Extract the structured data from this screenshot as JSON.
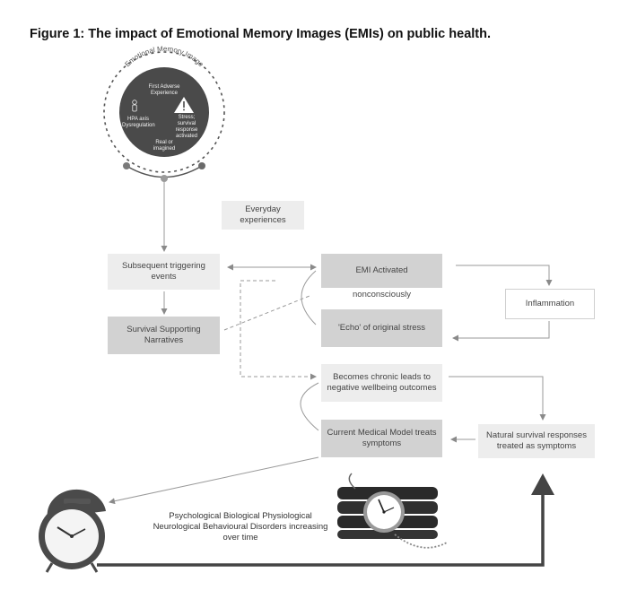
{
  "title": "Figure 1: The impact of Emotional Memory Images (EMIs) on public health.",
  "emi_circle": {
    "arc_label": "Emotional Memory Image",
    "first_adverse": "First Adverse Experience",
    "hpa": "HPA axis Dysregulation",
    "stress": "Stress; survival response activated",
    "real": "Real or imagined"
  },
  "boxes": {
    "everyday": "Everyday experiences",
    "subsequent": "Subsequent triggering events",
    "narratives": "Survival Supporting Narratives",
    "emi_activated": "EMI Activated",
    "nonconsciously": "nonconsciously",
    "echo": "'Echo' of original stress",
    "inflammation": "Inflammation",
    "chronic": "Becomes chronic leads to negative wellbeing outcomes",
    "medical": "Current Medical Model treats symptoms",
    "natural": "Natural survival responses treated as symptoms"
  },
  "bottom_text": "Psychological Biological Physiological Neurological Behavioural Disorders increasing over time",
  "colors": {
    "dark_circle": "#4a4a4a",
    "box_light": "#ededed",
    "box_dark": "#d2d2d2",
    "line": "#9a9a9a",
    "axis_arrow": "#444444"
  }
}
